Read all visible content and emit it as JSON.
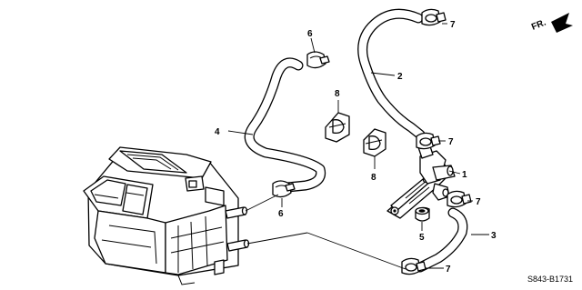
{
  "diagram": {
    "reference_code": "S843-B1731",
    "direction_label": "FR.",
    "callouts": [
      {
        "number": "1"
      },
      {
        "number": "2"
      },
      {
        "number": "3"
      },
      {
        "number": "4"
      },
      {
        "number": "5"
      },
      {
        "number": "6"
      },
      {
        "number": "6"
      },
      {
        "number": "7"
      },
      {
        "number": "7"
      },
      {
        "number": "7"
      },
      {
        "number": "7"
      },
      {
        "number": "8"
      },
      {
        "number": "8"
      }
    ]
  }
}
